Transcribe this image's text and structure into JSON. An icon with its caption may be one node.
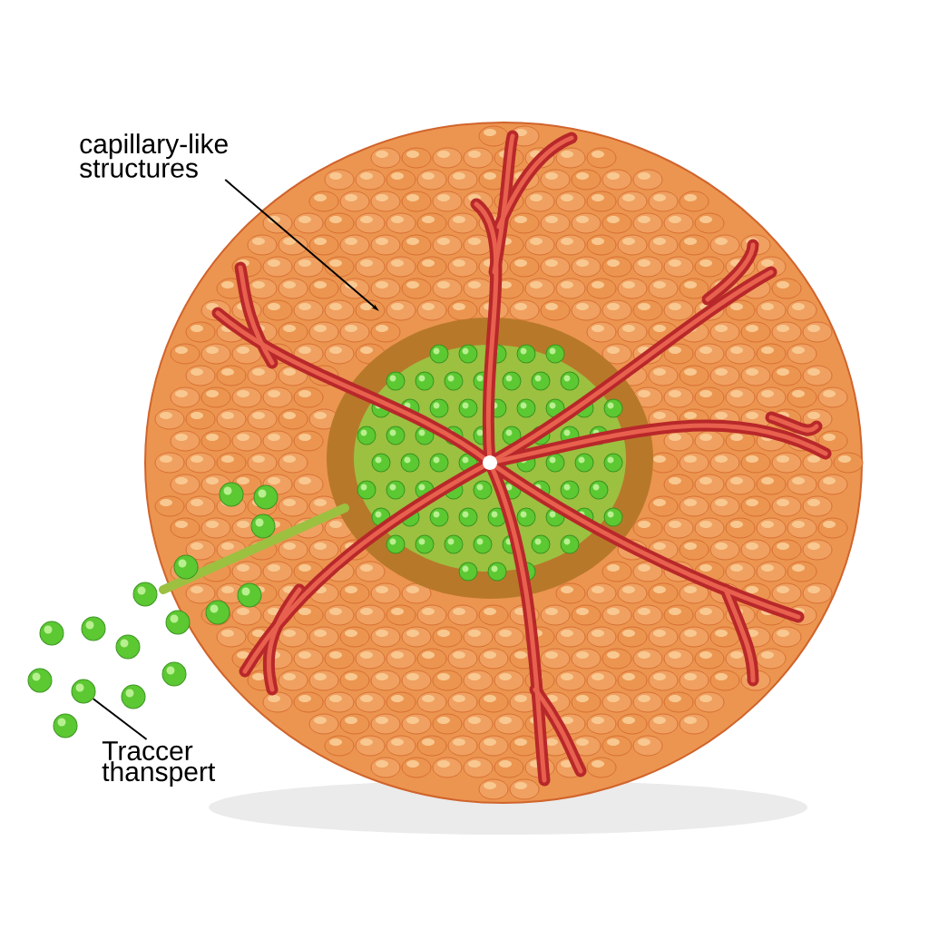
{
  "diagram": {
    "nodes": [
      {
        "text": [
          "capillary-like structures"
        ]
      },
      {
        "text": [
          "Traccer thanspert"
        ]
      },
      {
        "text": [],
        "shape": "circle"
      }
    ],
    "edges": [
      {
        "from": 0,
        "to": null,
        "arrow": "to"
      },
      {
        "from": 1,
        "to": 2,
        "arrow": "none"
      }
    ]
  }
}
